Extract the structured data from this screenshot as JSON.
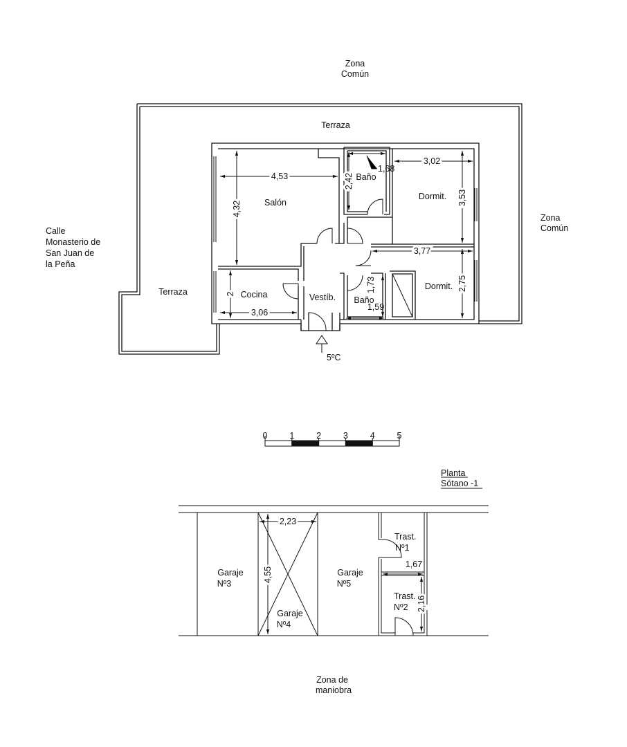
{
  "upper_plan": {
    "labels": {
      "zona_comun_top": [
        "Zona",
        "Común"
      ],
      "zona_comun_right": [
        "Zona",
        "Común"
      ],
      "street": [
        "Calle",
        "Monasterio de",
        "San Juan de",
        "la Peña"
      ],
      "terraza_top": "Terraza",
      "terraza_left": "Terraza",
      "salon": "Salón",
      "bano_1": "Baño",
      "dormit_1": "Dormit.",
      "dormit_2": "Dormit.",
      "cocina": "Cocina",
      "vestibulo": "Vestíb.",
      "bano_2": "Baño",
      "entrance": "5ºC"
    },
    "dimensions": {
      "salon_width": "4,53",
      "salon_depth": "4,32",
      "bano_1_width": "1,68",
      "bano_1_depth": "2,42",
      "dormit_1_width": "3,02",
      "dormit_1_depth": "3,53",
      "dormit_2_width": "3,77",
      "dormit_2_depth": "2,75",
      "cocina_width": "3,06",
      "cocina_depth": "2",
      "bano_2_width": "1,59",
      "bano_2_depth": "1,73"
    }
  },
  "scale_bar": {
    "ticks": [
      "0",
      "1",
      "2",
      "3",
      "4",
      "5"
    ],
    "filled_segments": [
      2,
      4
    ]
  },
  "lower_plan": {
    "title": [
      "Planta",
      "Sótano -1"
    ],
    "labels": {
      "garaje_3": [
        "Garaje",
        "Nº3"
      ],
      "garaje_4": [
        "Garaje",
        "Nº4"
      ],
      "garaje_5": [
        "Garaje",
        "Nº5"
      ],
      "trastero_1": [
        "Trast.",
        "Nº1"
      ],
      "trastero_2": [
        "Trast.",
        "Nº2"
      ],
      "zona_maniobra": [
        "Zona de",
        "maniobra"
      ]
    },
    "dimensions": {
      "garaje_4_width": "2,23",
      "garaje_4_depth": "4,55",
      "trastero_width": "1,67",
      "trastero_2_depth": "2,16"
    }
  }
}
